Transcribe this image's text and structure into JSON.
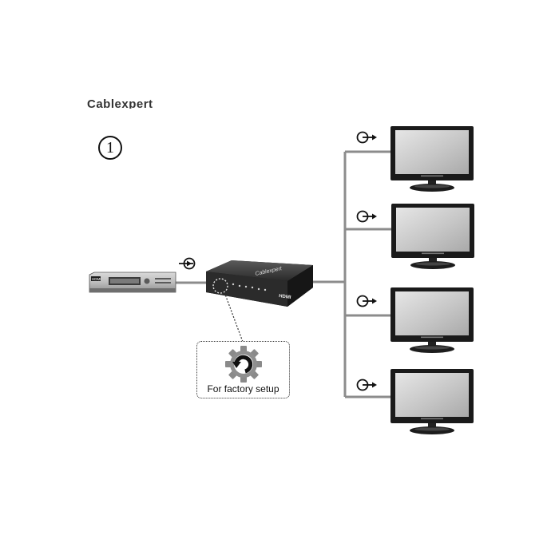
{
  "header": {
    "clipped_title": "Cablexpert",
    "step_number": "1"
  },
  "factory_setup": {
    "label": "For factory setup",
    "icon": "gear-refresh-icon"
  },
  "splitter": {
    "brand": "Cablexpert",
    "port_label": "HDMI"
  },
  "source_device": {
    "front_label": "HDMI"
  },
  "connection_icons": {
    "input": "input-arrow-icon",
    "output": "output-arrow-icon"
  },
  "displays": [
    {
      "id": "display-1"
    },
    {
      "id": "display-2"
    },
    {
      "id": "display-3"
    },
    {
      "id": "display-4"
    }
  ],
  "colors": {
    "cable": "#8c8c8c",
    "splitter_body": "#2e2e2e",
    "tv_frame": "#1a1a1a",
    "tv_screen": "#c9c9c9"
  }
}
